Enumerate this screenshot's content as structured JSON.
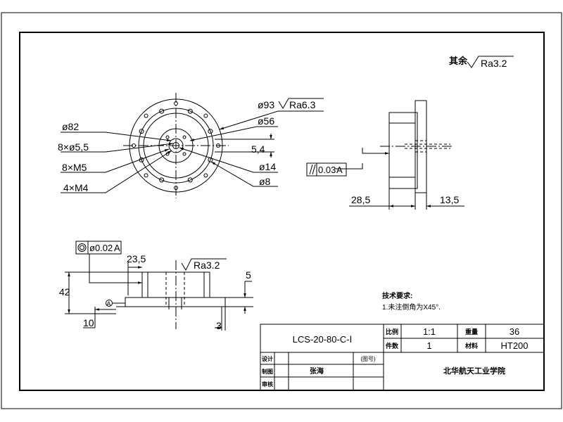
{
  "roughness": {
    "general_label": "其余",
    "general_value": "Ra3.2",
    "face_value": "Ra6.3",
    "hub_value": "Ra3.2"
  },
  "front_view_dims": {
    "d93": "ø93",
    "d82": "ø82",
    "d56": "ø56",
    "holes_d55": "8×ø5,5",
    "dim_54": "5,4",
    "m5": "8×M5",
    "d14": "ø14",
    "m4": "4×M4",
    "d8": "ø8"
  },
  "side_view_dims": {
    "parallel_tol": "0.03",
    "parallel_datum": "A",
    "len_left": "28,5",
    "len_right": "13,5"
  },
  "section_view_dims": {
    "coax_tol": "ø0.02",
    "coax_datum": "A",
    "dim_235": "23,5",
    "dim_42": "42",
    "dim_5": "5",
    "dim_10": "10",
    "dim_3": "3",
    "datum_letter": "A"
  },
  "tech_notes": {
    "heading": "技术要求:",
    "line1": "1.未注倒角为X45°."
  },
  "title_block": {
    "drawing_no": "LCS-20-80-C-Ⅰ",
    "scale_label": "比例",
    "scale_value": "1:1",
    "qty_label": "件数",
    "qty_value": "1",
    "weight_label": "重量",
    "weight_value": "36",
    "material_label": "材料",
    "material_value": "HT200",
    "tuhao_label": "(图号)",
    "designer_label": "设计",
    "drawer_label": "制图",
    "checker_label": "审核",
    "name_value": "张海",
    "school": "北华航天工业学院"
  }
}
